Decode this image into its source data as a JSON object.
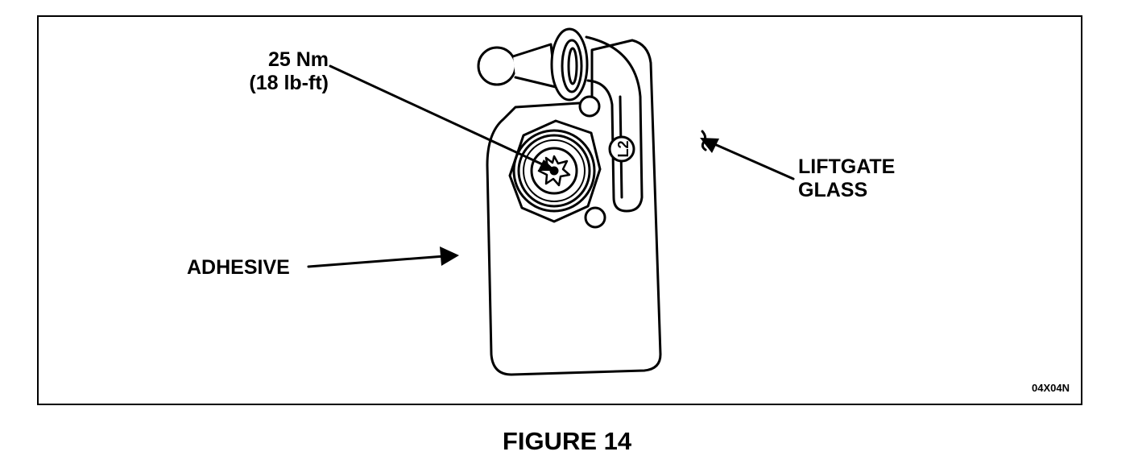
{
  "callouts": {
    "torque_line1": "25  Nm",
    "torque_line2": "(18 lb-ft)",
    "adhesive": "ADHESIVE",
    "liftgate_line1": "LIFTGATE",
    "liftgate_line2": "GLASS"
  },
  "part_code": "04X04N",
  "caption": "FIGURE 14",
  "stud_marking": "L2"
}
